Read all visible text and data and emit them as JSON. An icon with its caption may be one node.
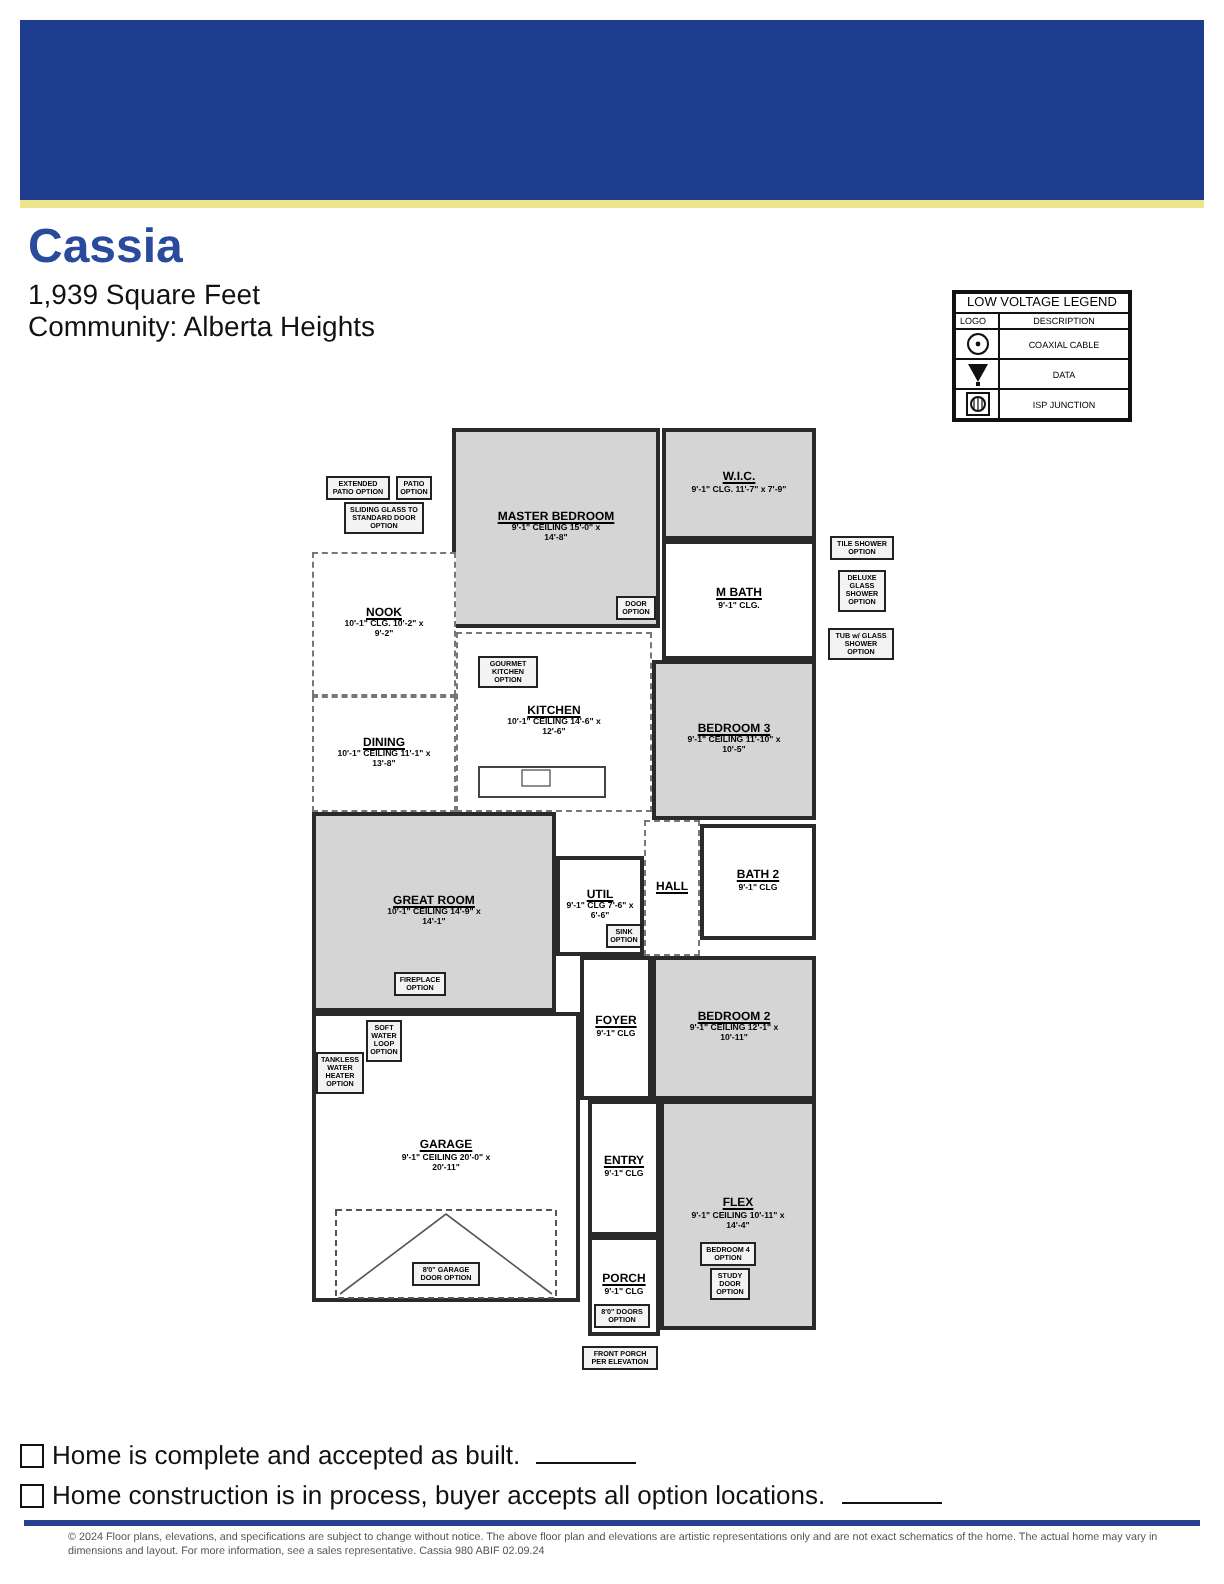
{
  "diagram": {
    "title": "Cassia",
    "nodes": [
      {
        "text": [
          "MASTER BEDROOM",
          "9'-1\" CEILING 15'-0\" x 14'-8\""
        ]
      },
      {
        "text": [
          "DOOR OPTION"
        ],
        "in": 0
      },
      {
        "text": [
          "W.I.C.",
          "9'-1\" CLG. 11'-7\" x 7'-9\""
        ]
      },
      {
        "text": [
          "M BATH",
          "9'-1\" CLG."
        ]
      },
      {
        "text": [
          "EXTENDED PATIO OPTION"
        ]
      },
      {
        "text": [
          "PATIO OPTION"
        ]
      },
      {
        "text": [
          "SLIDING GLASS TO STANDARD DOOR OPTION"
        ]
      },
      {
        "text": [
          "NOOK",
          "10'-1\" CLG. 10'-2\" x 9'-2\""
        ]
      },
      {
        "text": [
          "TILE SHOWER OPTION"
        ]
      },
      {
        "text": [
          "DELUXE GLASS SHOWER OPTION"
        ]
      },
      {
        "text": [
          "TUB w/ GLASS SHOWER OPTION"
        ]
      },
      {
        "text": [
          "KITCHEN",
          "10'-1\" CEILING 14'-6\" x 12'-6\""
        ]
      },
      {
        "text": [
          "GOURMET KITCHEN OPTION"
        ],
        "in": 11
      },
      {
        "text": [
          "DINING",
          "10'-1\" CEILING 11'-1\" x 13'-8\""
        ]
      },
      {
        "text": [
          "BEDROOM 3",
          "9'-1\" CEILING 11'-10\" x 10'-5\""
        ]
      },
      {
        "text": [
          "UTIL",
          "9'-1\" CLG 7'-6\" x 6'-6\""
        ]
      },
      {
        "text": [
          "SINK OPTION"
        ],
        "in": 15
      },
      {
        "text": [
          "HALL"
        ]
      },
      {
        "text": [
          "BATH 2",
          "9'-1\" CLG"
        ]
      },
      {
        "text": [
          "GREAT ROOM",
          "10'-1\" CEILING 14'-9\" x 14'-1\""
        ]
      },
      {
        "text": [
          "FIREPLACE OPTION"
        ],
        "in": 19
      },
      {
        "text": [
          "FOYER",
          "9'-1\" CLG"
        ]
      },
      {
        "text": [
          "BEDROOM 2",
          "9'-1\" CEILING 12'-1\" x 10'-11\""
        ]
      },
      {
        "text": [
          "GARAGE",
          "9'-1\" CEILING 20'-0\" x 20'-11\""
        ]
      },
      {
        "text": [
          "SOFT WATER LOOP OPTION"
        ],
        "in": 23
      },
      {
        "text": [
          "TANKLESS WATER HEATER OPTION"
        ],
        "in": 23
      },
      {
        "text": [
          "8'0\" GARAGE DOOR OPTION"
        ],
        "in": 23
      },
      {
        "text": [
          "ENTRY",
          "9'-1\" CLG"
        ]
      },
      {
        "text": [
          "FLEX",
          "9'-1\" CEILING 10'-11\" x 14'-4\""
        ]
      },
      {
        "text": [
          "BEDROOM 4 OPTION"
        ],
        "in": 28
      },
      {
        "text": [
          "STUDY DOOR OPTION"
        ],
        "in": 28
      },
      {
        "text": [
          "PORCH",
          "9'-1\" CLG"
        ]
      },
      {
        "text": [
          "8'0\" DOORS OPTION"
        ],
        "in": 31
      },
      {
        "text": [
          "FRONT PORCH PER ELEVATION"
        ]
      }
    ],
    "labels": [
      "1,939 Square Feet",
      "Community: Alberta Heights",
      "LOW VOLTAGE LEGEND",
      "LOGO",
      "DESCRIPTION",
      "Home is complete and accepted as built.",
      "Home construction is in process, buyer accepts all option locations.",
      "© 2024 Floor plans, elevations, and specifications are subject to change without notice. The above floor plan and elevations are artistic representations only and are not exact schematics of the home. The actual home may vary in dimensions and layout. For more information, see a sales representative. Cassia 980 ABIF 02.09.24"
    ],
    "legend": [
      {
        "text": "COAXIAL CABLE"
      },
      {
        "text": "DATA"
      },
      {
        "text": "ISP JUNCTION"
      }
    ]
  }
}
